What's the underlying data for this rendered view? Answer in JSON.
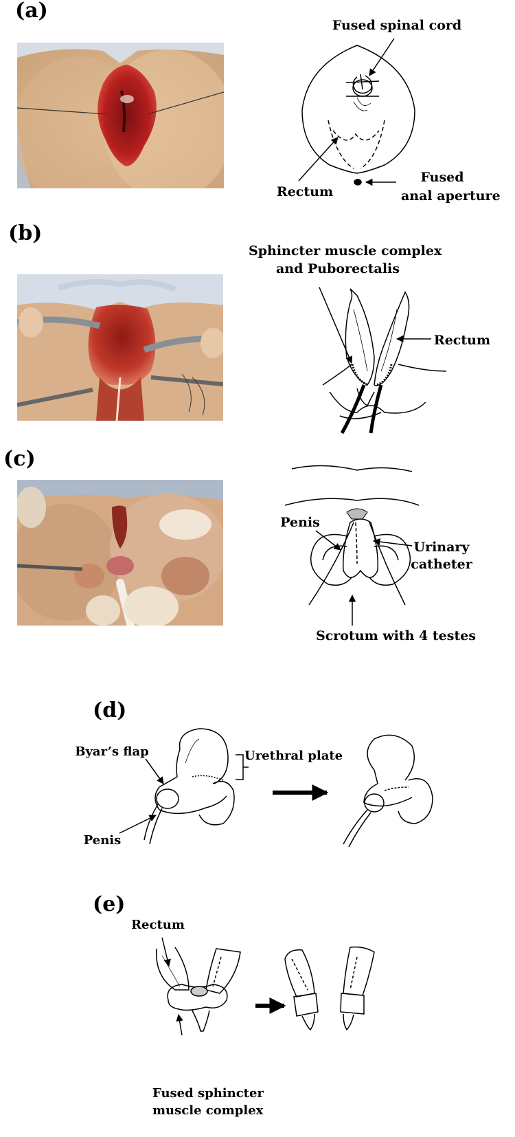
{
  "panels": {
    "a": {
      "letter": "(a)",
      "labels": {
        "fused_spinal_cord": "Fused spinal cord",
        "rectum": "Rectum",
        "fused_anal_aperture_line1": "Fused",
        "fused_anal_aperture_line2": "anal aperture"
      }
    },
    "b": {
      "letter": "(b)",
      "labels": {
        "sphincter_line1": "Sphincter muscle complex",
        "sphincter_line2": "and Puborectalis",
        "rectum": "Rectum"
      }
    },
    "c": {
      "letter": "(c)",
      "labels": {
        "penis": "Penis",
        "urinary_catheter_line1": "Urinary",
        "urinary_catheter_line2": "catheter",
        "scrotum": "Scrotum with 4 testes"
      }
    },
    "d": {
      "letter": "(d)",
      "labels": {
        "byars_flap": "Byar’s flap",
        "urethral_plate": "Urethral plate",
        "penis": "Penis"
      }
    },
    "e": {
      "letter": "(e)",
      "labels": {
        "rectum": "Rectum",
        "fused_sphincter_line1": "Fused sphincter",
        "fused_sphincter_line2": "muscle complex"
      }
    }
  }
}
